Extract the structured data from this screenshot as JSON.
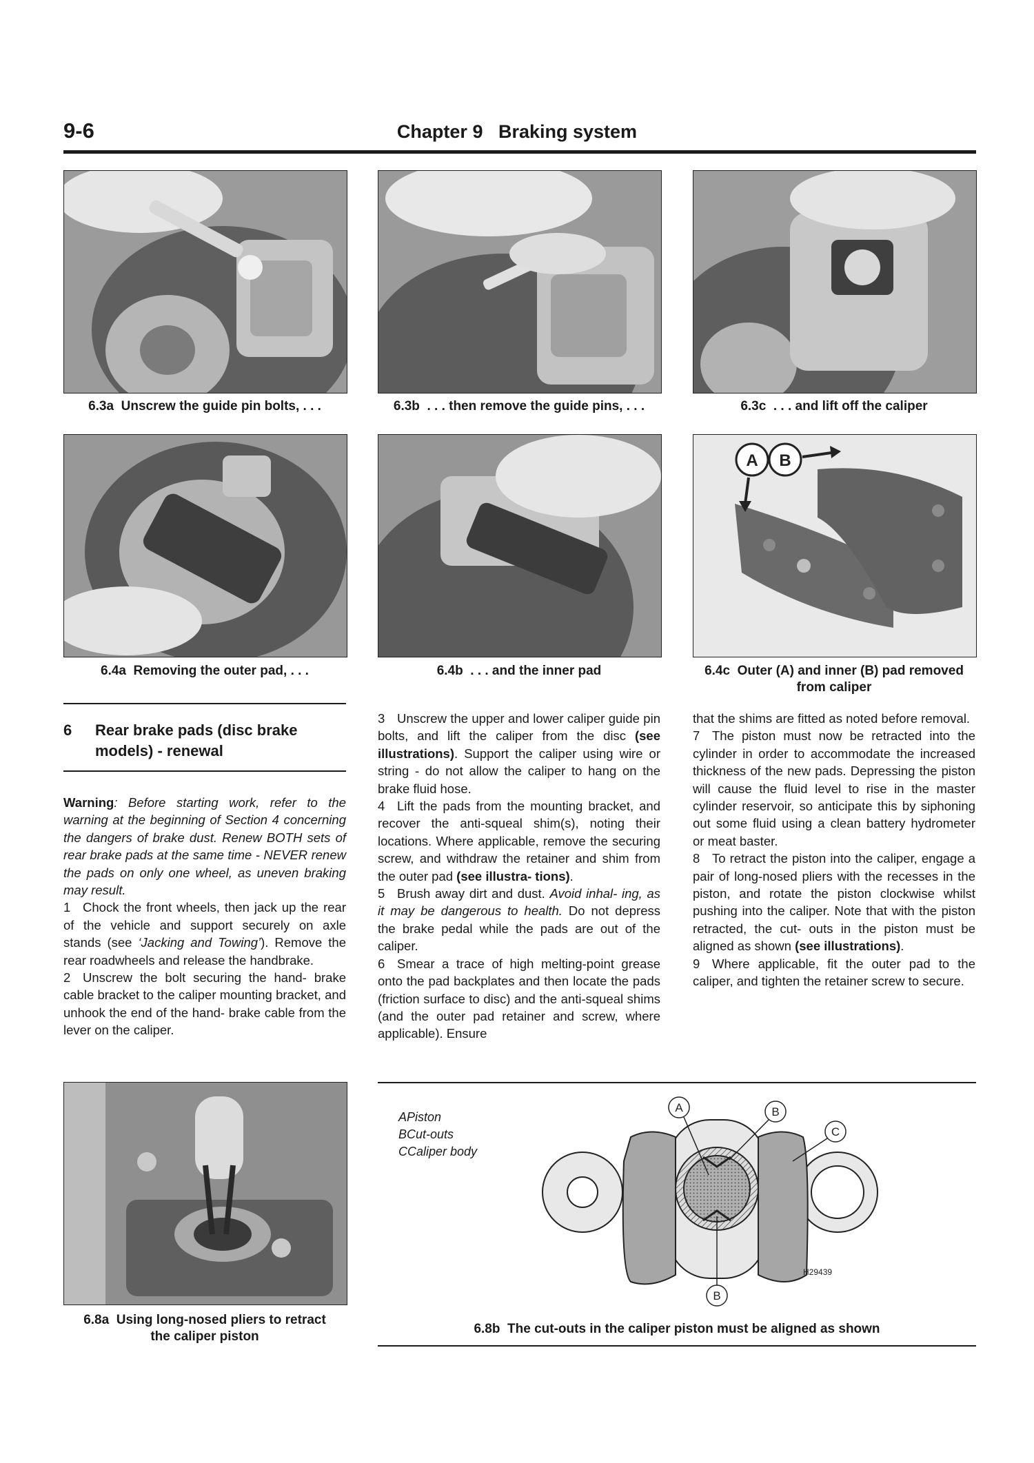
{
  "header": {
    "page_number": "9-6",
    "title": "Chapter 9   Braking system"
  },
  "figures": {
    "f63a": "6.3a  Unscrew the guide pin bolts, . . .",
    "f63b": "6.3b  . . . then remove the guide pins, . . .",
    "f63c": "6.3c  . . . and lift off the caliper",
    "f64a": "6.4a  Removing the outer pad, . . .",
    "f64b": "6.4b  . . . and the inner pad",
    "f64c_line1": "6.4c  Outer (A) and inner (B) pad removed",
    "f64c_line2": "from caliper",
    "f68a_line1": "6.8a  Using long-nosed pliers to retract",
    "f68a_line2": "the caliper piston",
    "f68b": "6.8b  The cut-outs in the caliper piston must be aligned as shown"
  },
  "photo_labels": {
    "a": "A",
    "b": "B"
  },
  "section": {
    "number": "6",
    "title_line1": "Rear brake pads (disc brake",
    "title_line2": "models) - renewal"
  },
  "text": {
    "warning_label": "Warning",
    "warning_body": ": Before starting work, refer to the warning at the beginning of Section 4 concerning the dangers of brake dust. Renew BOTH sets of rear brake pads at the same time - NEVER renew the pads on only one wheel, as uneven braking may result.",
    "p1_num": "1",
    "p1": "Chock the front wheels, then jack up the rear of the vehicle and support securely on axle stands (see ",
    "p1_ref": "‘Jacking and Towing’",
    "p1_end": "). Remove the rear roadwheels and release the handbrake.",
    "p2_num": "2",
    "p2": "Unscrew the bolt securing the hand- brake cable bracket to the caliper mounting bracket, and unhook the end of the hand- brake cable from the lever on the caliper.",
    "p3_num": "3",
    "p3": "Unscrew the upper and lower caliper guide pin bolts, and lift the caliper from the disc ",
    "p3_ref": "(see illustrations)",
    "p3_end": ". Support the caliper using wire or string - do not allow the caliper to hang on the brake fluid hose.",
    "p4_num": "4",
    "p4": "Lift the pads from the mounting bracket, and recover the anti-squeal shim(s), noting their locations. Where applicable, remove the securing screw, and withdraw the retainer and shim from the outer pad ",
    "p4_ref": "(see illustra- tions)",
    "p4_end": ".",
    "p5_num": "5",
    "p5": "Brush away dirt and dust. ",
    "p5_it": "Avoid inhal- ing, as it may be dangerous to health.",
    "p5_end": " Do not depress the brake pedal while the pads are out of the caliper.",
    "p6_num": "6",
    "p6": "Smear a trace of high melting-point grease onto the pad backplates and then locate the pads (friction surface to disc) and the anti-squeal shims (and the outer pad retainer and screw, where applicable). Ensure",
    "p6_cont": "that the shims are fitted as noted before removal.",
    "p7_num": "7",
    "p7": "The piston must now be retracted into the cylinder in order to accommodate the increased thickness of the new pads. Depressing the piston will cause the fluid level to rise in the master cylinder reservoir, so anticipate this by siphoning out some fluid using a clean battery hydrometer or meat baster.",
    "p8_num": "8",
    "p8": "To retract the piston into the caliper, engage a pair of long-nosed pliers with the recesses in the piston, and rotate the piston clockwise whilst pushing into the caliper. Note that with the piston retracted, the cut- outs in the piston must be aligned as shown ",
    "p8_ref": "(see illustrations)",
    "p8_end": ".",
    "p9_num": "9",
    "p9": "Where applicable, fit the outer pad to the caliper, and tighten the retainer screw to secure."
  },
  "diagram": {
    "legend_a": "APiston",
    "legend_b": "BCut-outs",
    "legend_c": "CCaliper body",
    "label_a": "A",
    "label_b_top": "B",
    "label_c": "C",
    "label_b_bottom": "B",
    "ref": "H29439"
  }
}
